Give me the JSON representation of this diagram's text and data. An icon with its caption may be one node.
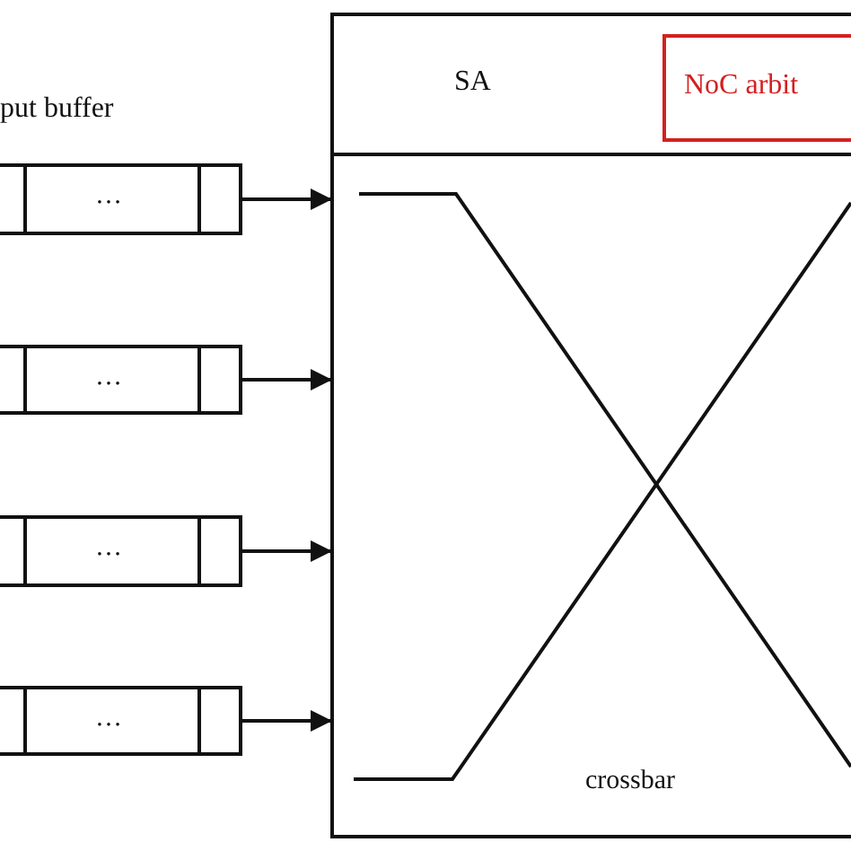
{
  "diagram": {
    "nodes": [
      {
        "text": [],
        "shape": "box"
      },
      {
        "text": [
          "SA"
        ],
        "in": 0
      },
      {
        "text": [
          "NoC arbit"
        ],
        "in": 1
      },
      {
        "text": [
          "crossbar"
        ],
        "in": 0
      },
      {
        "text": [
          "…"
        ]
      },
      {
        "text": [
          "…"
        ]
      },
      {
        "text": [
          "…"
        ]
      },
      {
        "text": [
          "…"
        ]
      }
    ],
    "edges": [
      {
        "from": 4,
        "to": 3,
        "arrow": "to"
      },
      {
        "from": 5,
        "to": 3,
        "arrow": "to"
      },
      {
        "from": 6,
        "to": 3,
        "arrow": "to"
      },
      {
        "from": 7,
        "to": 3,
        "arrow": "to"
      }
    ],
    "labels": [
      "put buffer"
    ]
  }
}
